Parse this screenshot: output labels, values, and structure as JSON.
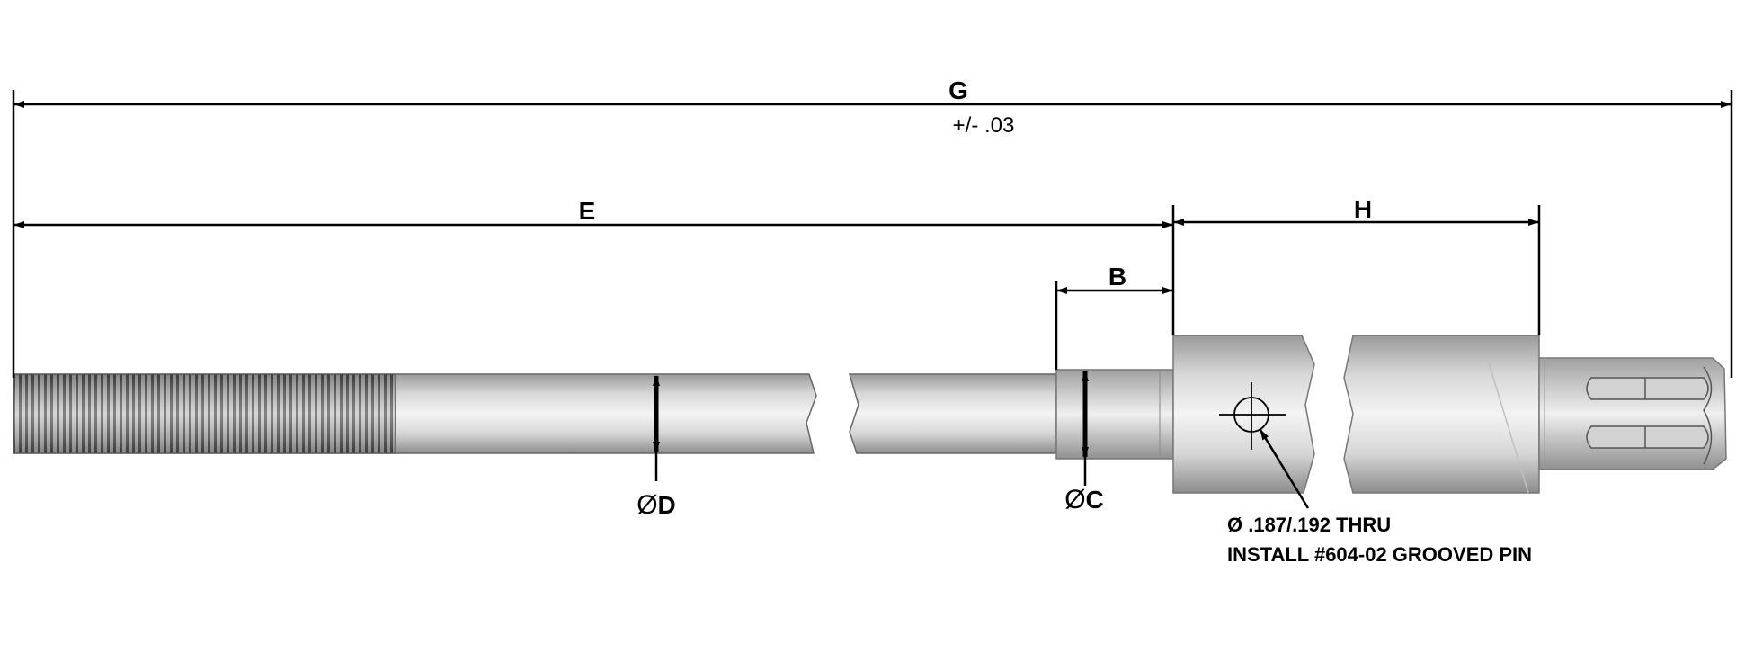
{
  "dimensions": {
    "overall_length": {
      "label": "G",
      "tolerance": "+/- .03"
    },
    "shaft_length": {
      "label": "E"
    },
    "collar_length": {
      "label": "H"
    },
    "step_length": {
      "label": "B"
    },
    "shaft_diameter": {
      "symbol": "Ø",
      "label": "D"
    },
    "step_diameter": {
      "symbol": "Ø",
      "label": "C"
    }
  },
  "hole_note": {
    "line1": "Ø .187/.192 THRU",
    "line2": "INSTALL #604-02 GROOVED PIN"
  },
  "colors": {
    "line": "#000000",
    "metal_dark": "#8a8a8a",
    "metal_light": "#f2f2f2"
  }
}
